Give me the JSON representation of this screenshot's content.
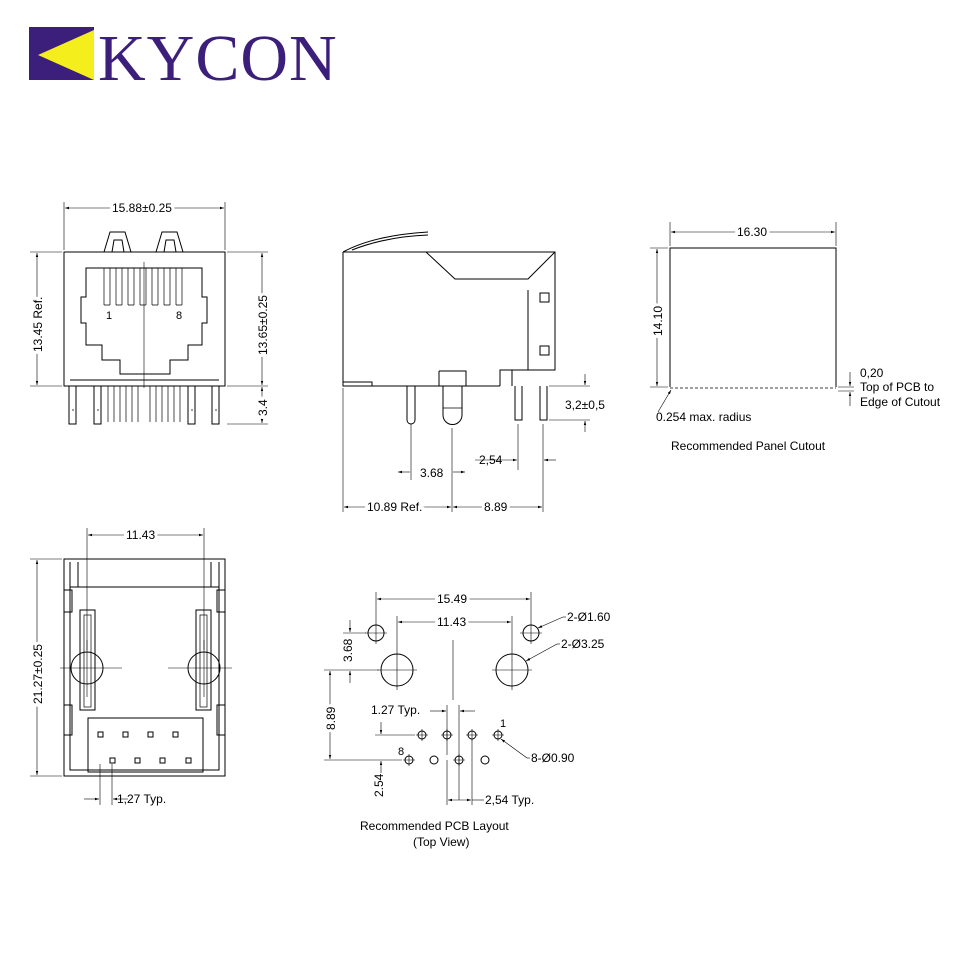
{
  "brand": {
    "name": "KYCON",
    "colors": {
      "purple": "#3c1f7a",
      "yellow": "#f4ef1c",
      "text": "#3c1f7a"
    }
  },
  "front_view": {
    "width": "15.88±0.25",
    "height_ref": "13.45 Ref.",
    "height": "13.65±0.25",
    "pin_length": "3.4",
    "pin_first": "1",
    "pin_last": "8"
  },
  "side_view": {
    "lead": "3,2±0,5",
    "pitch_a": "3.68",
    "pitch_b": "2,54",
    "depth_ref": "10.89 Ref.",
    "depth_b": "8.89"
  },
  "panel_cutout": {
    "width": "16.30",
    "height": "14.10",
    "offset_value": "0,20",
    "offset_line1": "Top of PCB to",
    "offset_line2": "Edge of Cutout",
    "radius": "0.254 max. radius",
    "caption": "Recommended Panel Cutout"
  },
  "bottom_view": {
    "span": "11.43",
    "length": "21.27±0.25",
    "pitch": "1,27 Typ."
  },
  "pcb_layout": {
    "outer_span": "15.49",
    "inner_span": "11.43",
    "offset_y": "3.68",
    "hole_small": "2-Ø1.60",
    "hole_large": "2-Ø3.25",
    "row_spacing": "8.89",
    "pitch_a": "1.27 Typ.",
    "pin_one": "1",
    "pin_eight": "8",
    "pin_holes": "8-Ø0.90",
    "row_gap": "2.54",
    "pitch_b": "2,54 Typ.",
    "caption_line1": "Recommended PCB Layout",
    "caption_line2": "(Top View)"
  }
}
